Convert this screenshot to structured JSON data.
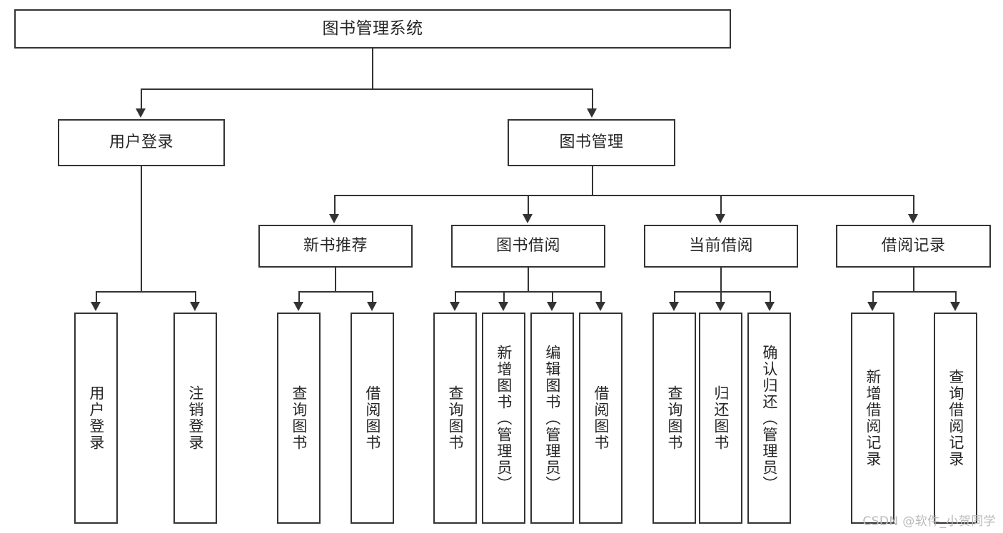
{
  "diagram": {
    "title": "图书管理系统",
    "type": "hierarchy-tree",
    "watermark": "CSDN @软件_小贺同学",
    "colors": {
      "background": "#ffffff",
      "node_border": "#333333",
      "node_fill": "#ffffff",
      "connector": "#333333",
      "text": "#262626",
      "watermark": "#b9b9b9"
    },
    "root": {
      "label": "图书管理系统"
    },
    "level1": [
      {
        "id": "user-login",
        "label": "用户登录"
      },
      {
        "id": "book-manage",
        "label": "图书管理"
      }
    ],
    "level2": [
      {
        "id": "new-book-recommend",
        "label": "新书推荐",
        "parent": "book-manage"
      },
      {
        "id": "book-borrow",
        "label": "图书借阅",
        "parent": "book-manage"
      },
      {
        "id": "current-borrow",
        "label": "当前借阅",
        "parent": "book-manage"
      },
      {
        "id": "borrow-record",
        "label": "借阅记录",
        "parent": "book-manage"
      }
    ],
    "leaves": {
      "user-login": [
        {
          "id": "leaf-user-login",
          "label": "用户登录"
        },
        {
          "id": "leaf-user-logout",
          "label": "注销登录"
        }
      ],
      "new-book-recommend": [
        {
          "id": "leaf-query-book-1",
          "label": "查询图书"
        },
        {
          "id": "leaf-borrow-book-1",
          "label": "借阅图书"
        }
      ],
      "book-borrow": [
        {
          "id": "leaf-query-book-2",
          "label": "查询图书"
        },
        {
          "id": "leaf-add-book",
          "label": "新增图书（管理员）"
        },
        {
          "id": "leaf-edit-book",
          "label": "编辑图书（管理员）"
        },
        {
          "id": "leaf-borrow-book-2",
          "label": "借阅图书"
        }
      ],
      "current-borrow": [
        {
          "id": "leaf-query-book-3",
          "label": "查询图书"
        },
        {
          "id": "leaf-return-book",
          "label": "归还图书"
        },
        {
          "id": "leaf-confirm-return",
          "label": "确认归还（管理员）"
        }
      ],
      "borrow-record": [
        {
          "id": "leaf-add-record",
          "label": "新增借阅记录"
        },
        {
          "id": "leaf-query-record",
          "label": "查询借阅记录"
        }
      ]
    }
  }
}
